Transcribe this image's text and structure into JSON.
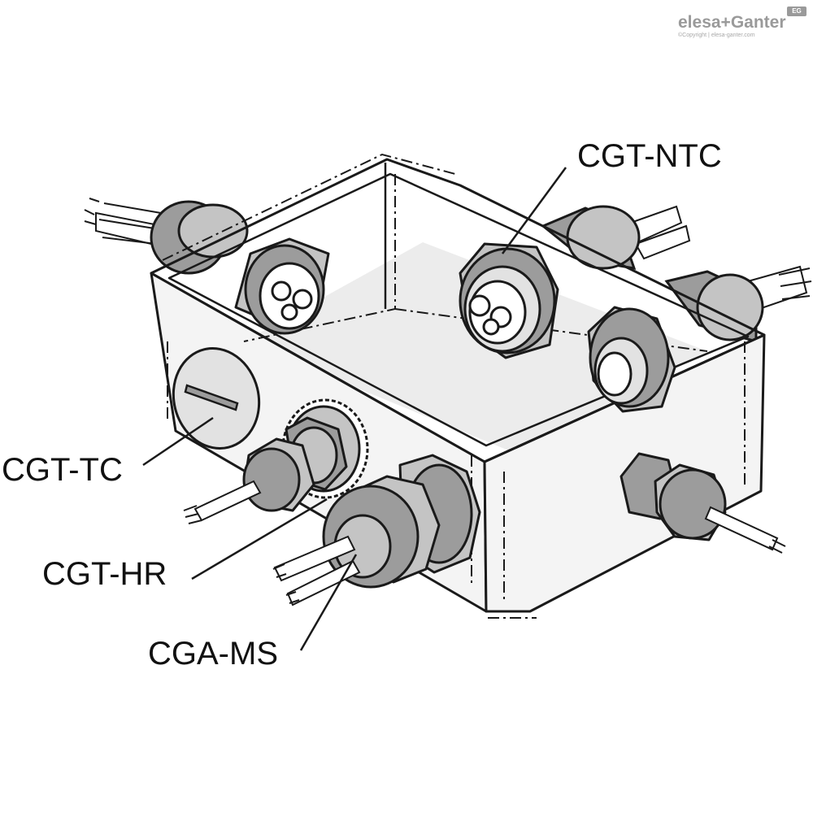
{
  "labels": {
    "cgt_ntc": "CGT-NTC",
    "cgt_tc": "CGT-TC",
    "cgt_hr": "CGT-HR",
    "cga_ms": "CGA-MS"
  },
  "brand": {
    "name": "elesa+Ganter",
    "copyright": "©Copyright | elesa-ganter.com",
    "badge": "EG"
  },
  "colors": {
    "line": "#1a1a1a",
    "box_fill": "#f4f4f4",
    "gland_dark": "#9c9c9c",
    "gland_mid": "#c4c4c4",
    "gland_light": "#e2e2e2",
    "brand_grey": "#9a9a9a"
  }
}
